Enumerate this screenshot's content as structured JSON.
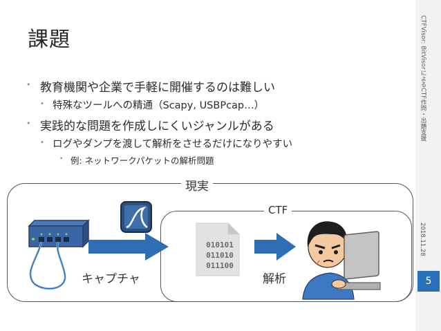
{
  "slide": {
    "title": "課題",
    "bullets": {
      "b1": "教育機関や企業で手軽に開催するのは難しい",
      "b1_sub": "特殊なツールへの精通（Scapy, USBPcap…）",
      "b2": "実践的な問題を作成しにくいジャンルがある",
      "b2_sub": "ログやダンプを渡して解析をさせるだけになりやすい",
      "b2_sub_sub": "例: ネットワークパケットの解析問題"
    },
    "bullet_symbol": "•"
  },
  "sidebar": {
    "vertical_title": "CTFVisor: BitVisorによるCTF作問・出題支援",
    "date": "2018.11.28",
    "page_number": "5",
    "accent_color": "#2a6fb8"
  },
  "diagram": {
    "label_reality": "現実",
    "label_ctf": "CTF",
    "label_capture": "キャプチャ",
    "label_analyze": "解析",
    "file_lines": [
      "010101",
      "011010",
      "011100"
    ],
    "arrow_color": "#2e6eb5",
    "icons": [
      "network-switch-icon",
      "wireshark-icon",
      "binary-file-icon",
      "hacker-at-laptop-icon"
    ]
  }
}
